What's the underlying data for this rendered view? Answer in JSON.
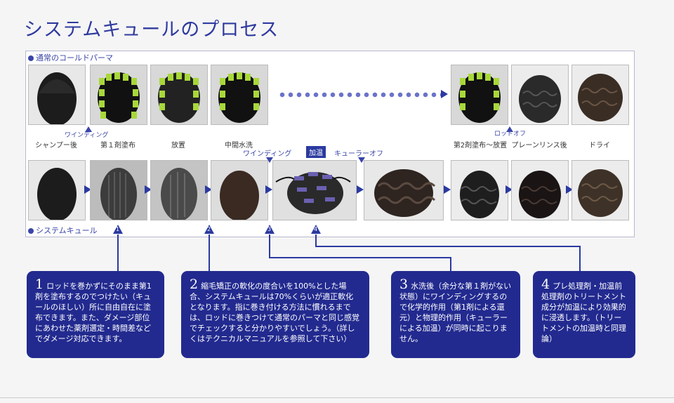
{
  "title": "システムキュールのプロセス",
  "top_section": {
    "label": "通常のコールドパーマ",
    "captions": [
      "シャンプー後",
      "第１剤塗布",
      "放置",
      "中間水洗",
      "第2剤塗布〜放置",
      "プレーンリンス後",
      "ドライ"
    ],
    "winding_label": "ワインディング",
    "rod_off_label": "ロッドオフ"
  },
  "bottom_section": {
    "label": "システムキュール",
    "winding_label": "ワインディング",
    "heating_label": "加温",
    "curer_off_label": "キューラーオフ"
  },
  "markers": [
    "1",
    "2",
    "3",
    "4"
  ],
  "boxes": [
    {
      "num": "1",
      "text": "ロッドを巻かずにそのまま第1剤を塗布するのでつけたい（キュールのほしい）所に自由自在に塗布できます。また、ダメージ部位にあわせた薬剤選定・時間差などでダメージ対応できます。"
    },
    {
      "num": "2",
      "text": "縮毛矯正の軟化の度合いを100%とした場合、システムキュールは70%くらいが適正軟化となります。指に巻き付ける方法に慣れるまでは、ロッドに巻きつけて通常のパーマと同じ感覚でチェックすると分かりやすいでしょう。（詳しくはテクニカルマニュアルを参照して下さい）"
    },
    {
      "num": "3",
      "text": "水洗後（余分な第１剤がない状態）にワインディングするので化学的作用（第1剤による還元）と物理的作用（キューラーによる加温）が同時に起こりません。"
    },
    {
      "num": "4",
      "text": "プレ処理剤・加温前処理剤のトリートメント成分が加温により効果的に浸透します。（トリートメントの加温時と同理論）"
    }
  ],
  "colors": {
    "accent": "#2b3aa0",
    "box_bg": "#222a8f",
    "rod_green": "#a8d83a"
  }
}
